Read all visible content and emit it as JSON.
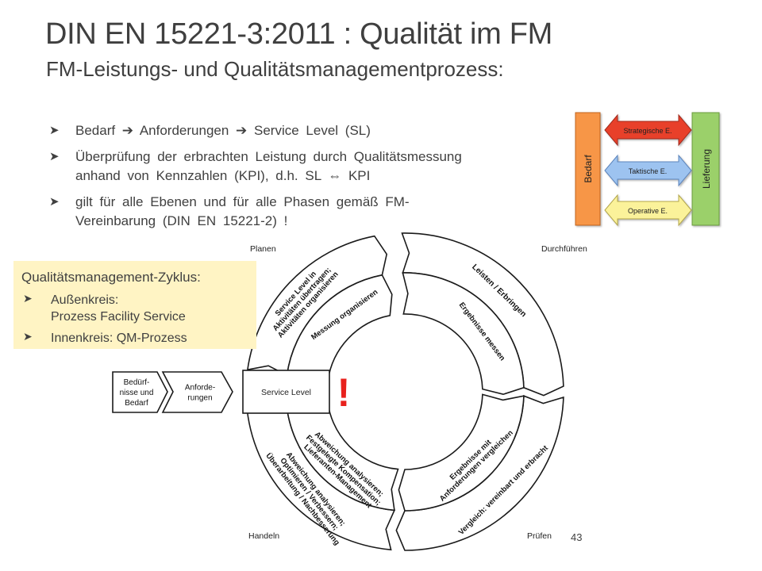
{
  "slide": {
    "title": "DIN EN 15221-3:2011 : Qualität im FM",
    "subtitle": "FM-Leistungs- und Qualitätsmanagementprozess:",
    "page_number": "43"
  },
  "bullets": [
    {
      "lines": [
        "Bedarf ➔ Anforderungen  ➔ Service Level (SL)"
      ]
    },
    {
      "lines": [
        "Überprüfung der erbrachten Leistung durch Qualitätsmessung",
        "anhand von Kennzahlen  (KPI), d.h. SL ⇔ KPI"
      ]
    },
    {
      "lines": [
        "gilt für alle Ebenen und für alle Phasen gemäß FM-",
        "Vereinbarung  (DIN EN 15221-2) !"
      ]
    }
  ],
  "qm_box": {
    "title": "Qualitätsmanagement-Zyklus:",
    "items": [
      {
        "lines": [
          "Außenkreis:",
          "Prozess Facility Service"
        ]
      },
      {
        "lines": [
          "Innenkreis: QM-Prozess"
        ]
      }
    ]
  },
  "levels_diagram": {
    "left_label": "Bedarf",
    "right_label": "Lieferung",
    "arrows": [
      "Strategische E.",
      "Taktische E.",
      "Operative E."
    ],
    "colors": {
      "left": "#f79646",
      "right": "#9bd06a",
      "strategic": "#e8402a",
      "tactical": "#9dc3f0",
      "operative": "#fbf29a"
    }
  },
  "cycle": {
    "quadrants": {
      "plan": "Planen",
      "do": "Durchführen",
      "act": "Handeln",
      "check": "Prüfen"
    },
    "input_boxes": [
      "Bedürf-|nisse und|Bedarf",
      "Anforde-|rungen"
    ],
    "service_level": "Service Level",
    "exclamation": "!",
    "outer": {
      "plan": "Service Level in|Aktivitäten übertragen;|Aktivitäten organisieren",
      "do": "Leisten / Erbringen",
      "check": "Vergleich: vereinbart und erbracht",
      "act": "Abweichung analysieren;|Optimieren / Verbessern;|Überarbeitung / Nachbesserung"
    },
    "inner": {
      "plan": "Messung organisieren",
      "do": "Ergebnisse messen",
      "check": "Ergebnisse mit|Anforderungen vergleichen",
      "act": "Abweichung analysieren;|Festgelegte Kompensation;|Lieferanten-Management"
    }
  }
}
